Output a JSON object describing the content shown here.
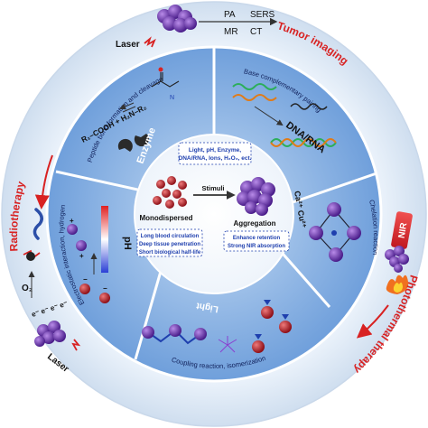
{
  "outer_ring": {
    "top_right": {
      "modalities_row1": [
        "PA",
        "SERS"
      ],
      "modalities_row2": [
        "MR",
        "CT"
      ],
      "laser_label": "Laser",
      "arc_label": "Tumor imaging"
    },
    "bottom_right": {
      "arc_label": "Photothermal therapy"
    },
    "left": {
      "arc_label": "Radiotherapy",
      "laser_label": "Laser",
      "oxygen_label": "O₂",
      "electrons_label": "e⁻ e⁻ e⁻ e⁻"
    }
  },
  "sectors": {
    "enzyme": {
      "arc_label": "Peptide bond formation and cleavage",
      "equation": "R₁–COOH + H₂N–R₂",
      "name": "Enzyme"
    },
    "dna": {
      "arc_label": "Base complementary pairing",
      "name": "DNA/RNA"
    },
    "ions": {
      "arc_label": "Chelation reaction",
      "name": "Ca²⁺ Cu²⁺"
    },
    "light": {
      "arc_label": "Coupling reaction, isomerization",
      "name": "Light"
    },
    "ph": {
      "arc_label": "Electrostatic interaction, hydrogen bond",
      "name": "pH"
    }
  },
  "center": {
    "left_label": "Monodispersed",
    "right_label": "Aggregation",
    "arrow_label": "Stimuli",
    "stimuli_box": [
      "Light, pH, Enzyme,",
      "DNA/RNA, Ions, H₂O₂, ect."
    ],
    "left_box": [
      "Long blood circulation",
      "Deep tissue penetration",
      "Short biological half-life"
    ],
    "right_box": [
      "Enhance retention",
      "Strong NIR absorption"
    ]
  },
  "badges": {
    "nir": "NIR"
  },
  "colors": {
    "outer_ring": "#dbe7f4",
    "inner_disc": "#5b8fd3",
    "sector_light": "#a9c7ec",
    "accent_red": "#d82222",
    "particle_purple": "#6a2fb0",
    "particle_red": "#c0242b"
  }
}
